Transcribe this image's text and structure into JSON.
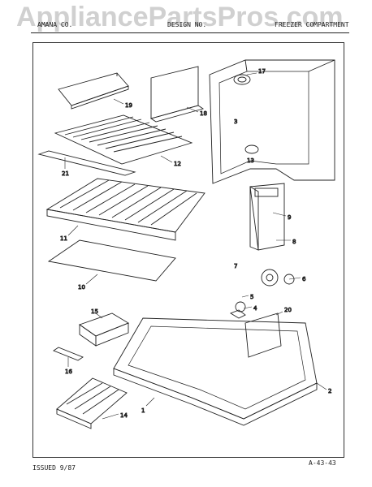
{
  "watermark": "AppliancePartsPros.com",
  "header": {
    "left": "AMANA CO.",
    "center": "DESIGN NO.",
    "right": "FREEZER COMPARTMENT"
  },
  "footer": {
    "issued": "ISSUED 9/87",
    "page_code": "A-43-43"
  },
  "callouts": [
    "17",
    "19",
    "18",
    "3",
    "13",
    "12",
    "21",
    "9",
    "11",
    "8",
    "10",
    "7",
    "6",
    "5",
    "15",
    "4",
    "20",
    "16",
    "2",
    "14",
    "1"
  ]
}
